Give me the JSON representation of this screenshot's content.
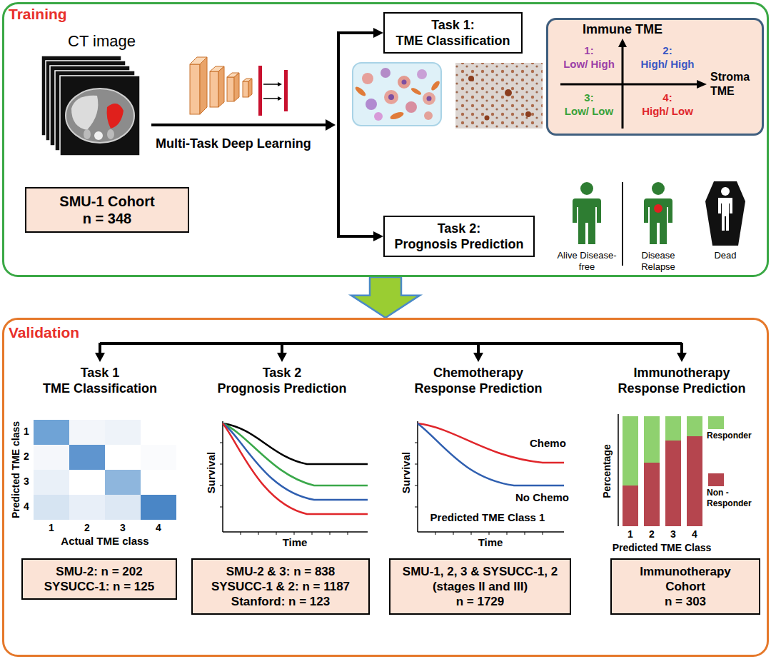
{
  "diagram": {
    "nodes": [
      {
        "text": [
          "Training"
        ]
      },
      {
        "text": [
          "SMU-1 Cohort",
          "n = 348"
        ],
        "in": 0
      },
      {
        "text": [
          "Task 1:",
          "TME Classification"
        ],
        "in": 0
      },
      {
        "text": [
          "Task 2:",
          "Prognosis Prediction"
        ],
        "in": 0
      },
      {
        "text": [
          "Immune TME",
          "Stroma TME",
          "1:",
          "Low/ High",
          "2:",
          "High/ High",
          "3:",
          "Low/ Low",
          "4:",
          "High/ Low"
        ],
        "in": 0
      },
      {
        "text": [
          "Validation"
        ]
      },
      {
        "text": [
          "SMU-2: n = 202",
          "SYSUCC-1: n = 125"
        ],
        "in": 5
      },
      {
        "text": [
          "SMU-2 & 3: n = 838",
          "SYSUCC-1 & 2: n = 1187",
          "Stanford: n = 123"
        ],
        "in": 5
      },
      {
        "text": [
          "SMU-1, 2, 3 & SYSUCC-1, 2",
          "(stages II and III)",
          "n = 1729"
        ],
        "in": 5
      },
      {
        "text": [
          "Immunotherapy",
          "Cohort",
          "n = 303"
        ],
        "in": 5
      }
    ],
    "edges": [
      {
        "from": 0,
        "to": 5,
        "arrow": "to"
      }
    ],
    "labels": [
      "CT image",
      "Multi-Task Deep Learning",
      "Alive Disease-free",
      "Disease Relapse",
      "Dead",
      "Task 1",
      "TME Classification",
      "Task 2",
      "Prognosis Prediction",
      "Chemotherapy",
      "Response Prediction",
      "Immunotherapy",
      "Response Prediction",
      "Predicted TME class",
      "1",
      "2",
      "3",
      "4",
      "1",
      "2",
      "3",
      "4",
      "Actual TME class",
      "Survival",
      "Time",
      "Chemo",
      "No Chemo",
      "Predicted TME Class 1",
      "Survival",
      "Time",
      "Percentage",
      "1",
      "2",
      "3",
      "4",
      "Predicted TME Class"
    ],
    "legend": [
      {
        "text": "Responder",
        "color": "#8fd16f"
      },
      {
        "text": "Non - Responder",
        "color": "#b5454e"
      }
    ]
  }
}
